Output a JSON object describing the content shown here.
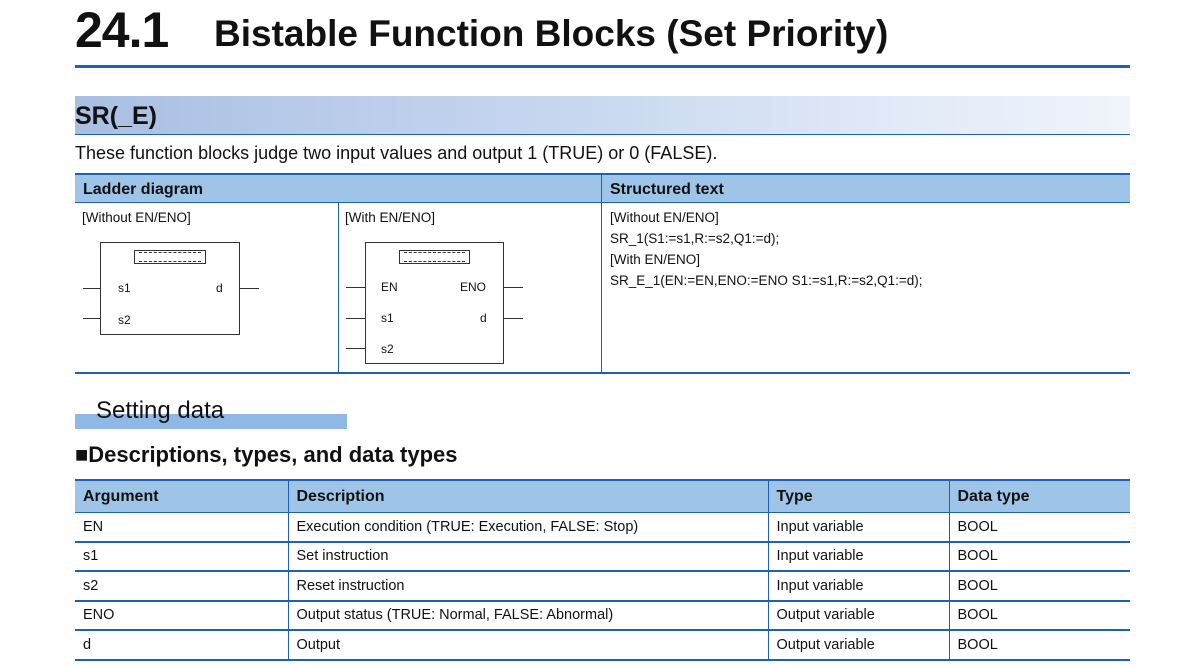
{
  "chapter": {
    "number": "24.1",
    "title": "Bistable Function Blocks (Set Priority)"
  },
  "section": {
    "title": "SR(_E)",
    "intro": "These function blocks judge two input values and output 1 (TRUE) or 0 (FALSE)."
  },
  "top_table": {
    "ladder_header": "Ladder diagram",
    "st_header": "Structured text",
    "without_label": "[Without EN/ENO]",
    "with_label": "[With EN/ENO]",
    "fb_without": {
      "pin_s1": "s1",
      "pin_s2": "s2",
      "pin_d": "d"
    },
    "fb_with": {
      "pin_en": "EN",
      "pin_eno": "ENO",
      "pin_s1": "s1",
      "pin_d": "d",
      "pin_s2": "s2"
    },
    "st_lines": [
      "[Without EN/ENO]",
      "SR_1(S1:=s1,R:=s2,Q1:=d);",
      "[With EN/ENO]",
      "SR_E_1(EN:=EN,ENO:=ENO S1:=s1,R:=s2,Q1:=d);"
    ]
  },
  "setting_data": {
    "title": "Setting data",
    "heading": "■Descriptions, types, and data types",
    "columns": [
      "Argument",
      "Description",
      "Type",
      "Data type"
    ],
    "rows": [
      [
        "EN",
        "Execution condition (TRUE: Execution, FALSE: Stop)",
        "Input variable",
        "BOOL"
      ],
      [
        "s1",
        "Set instruction",
        "Input variable",
        "BOOL"
      ],
      [
        "s2",
        "Reset instruction",
        "Input variable",
        "BOOL"
      ],
      [
        "ENO",
        "Output status (TRUE: Normal, FALSE: Abnormal)",
        "Output variable",
        "BOOL"
      ],
      [
        "d",
        "Output",
        "Output variable",
        "BOOL"
      ]
    ]
  },
  "colors": {
    "accent_blue": "#1f5fb5",
    "header_fill": "#9ec5e8",
    "setting_bar": "#8fb8e6"
  }
}
